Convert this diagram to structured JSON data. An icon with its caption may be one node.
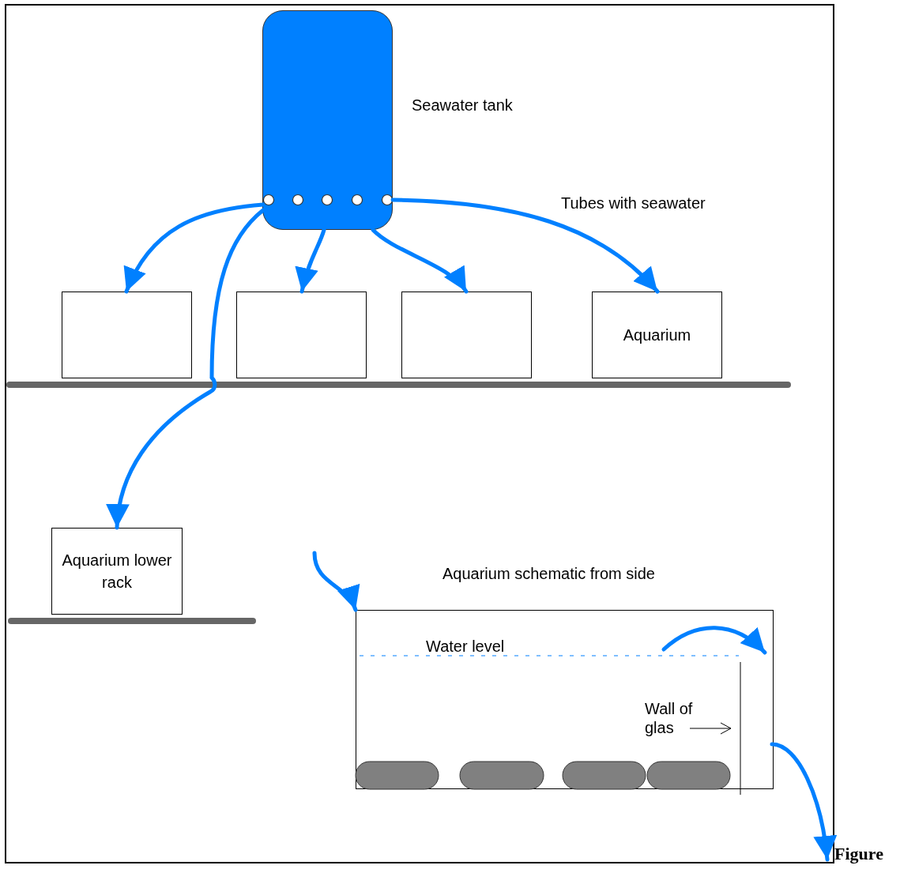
{
  "diagram": {
    "caption": "Figure",
    "nodes": [
      {
        "text": [],
        "shape": "box",
        "beside": [
          "Seawater tank"
        ]
      },
      {
        "text": [],
        "shape": "box"
      },
      {
        "text": [],
        "shape": "box"
      },
      {
        "text": [],
        "shape": "box"
      },
      {
        "text": [
          "Aquarium"
        ]
      },
      {
        "text": [
          "Aquarium lower rack"
        ]
      },
      {
        "text": [],
        "shape": "box",
        "beside": [
          "Aquarium schematic from side"
        ]
      }
    ],
    "edges": [
      {
        "from": 0,
        "to": 1,
        "arrow": "to"
      },
      {
        "from": 0,
        "to": 5,
        "arrow": "to"
      },
      {
        "from": 0,
        "to": 2,
        "arrow": "to"
      },
      {
        "from": 0,
        "to": 3,
        "arrow": "to"
      },
      {
        "from": 0,
        "to": 4,
        "arrow": "to"
      },
      {
        "from": null,
        "to": 6,
        "arrow": "to"
      },
      {
        "from": 6,
        "to": null,
        "arrow": "to"
      }
    ],
    "labels": [
      "Tubes with seawater",
      "Water level",
      "Wall of glas"
    ]
  }
}
